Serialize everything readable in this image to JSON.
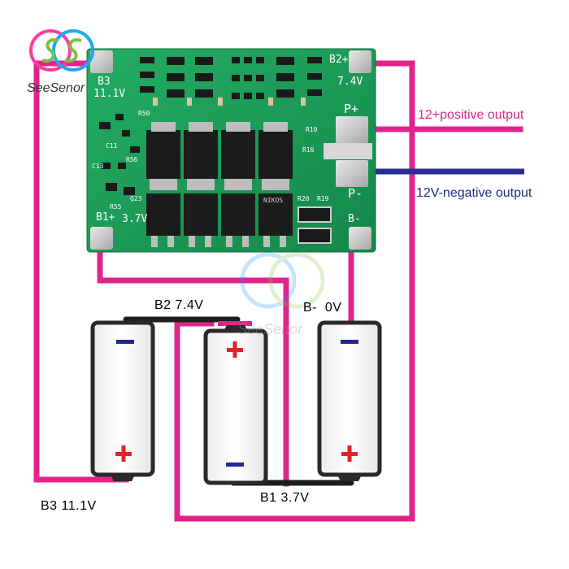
{
  "brand": {
    "name": "SeeSenor",
    "watermark": "SeeSenor"
  },
  "outputs": {
    "positive": "12+positive output",
    "negative": "12V-negative output"
  },
  "battery_labels": {
    "b2": "B2 7.4V",
    "b_minus": "B-  0V",
    "b1": "B1 3.7V",
    "b3": "B3 11.1V"
  },
  "board": {
    "b3": "B3",
    "v111": "11.1V",
    "b2p": "B2+",
    "v74": "7.4V",
    "pplus": "P+",
    "pminus": "P-",
    "b1p": "B1+",
    "v37": "3.7V",
    "bminus": "B-",
    "r20": "R20",
    "r19": "R19",
    "r10": "R10",
    "r16": "R16",
    "r50": "R50",
    "r56": "R56",
    "r55": "R55",
    "c13": "C13",
    "c11": "C11",
    "q23": "Q23",
    "mosfet_mark": "NIKOS"
  },
  "colors": {
    "wire_pink": "#e0248c",
    "wire_blue": "#2a2f8f",
    "pcb_green": "#1fa05a",
    "pad_silver": "#c8c8c8",
    "battery_minus": "#1f2a8a",
    "battery_plus": "#e0242a"
  },
  "icons": {
    "logo": "double-s-logo-icon"
  }
}
